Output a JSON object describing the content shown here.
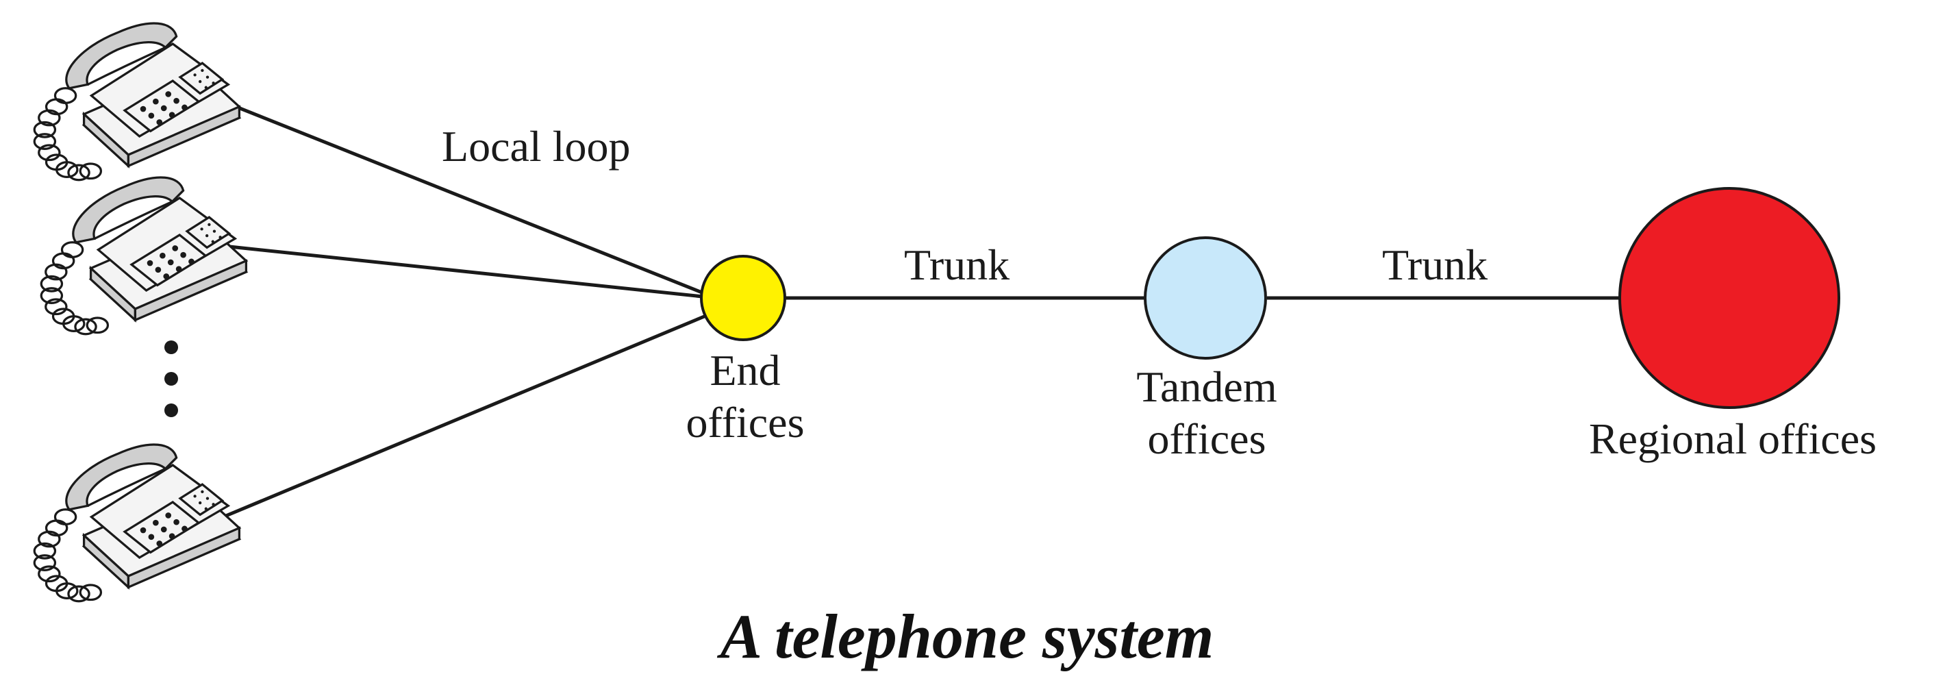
{
  "labels": {
    "local_loop": "Local loop",
    "trunk_1": "Trunk",
    "trunk_2": "Trunk",
    "end_offices_line1": "End",
    "end_offices_line2": "offices",
    "tandem_offices_line1": "Tandem",
    "tandem_offices_line2": "offices",
    "regional_offices": "Regional offices"
  },
  "caption": "A telephone system",
  "icons": {
    "telephone": "telephone-icon",
    "ellipsis": "vertical-ellipsis-icon"
  },
  "colors": {
    "end_office": "#FFF200",
    "tandem_office": "#C8E8FA",
    "regional_office": "#ED1C24",
    "line": "#1a1a1a"
  }
}
